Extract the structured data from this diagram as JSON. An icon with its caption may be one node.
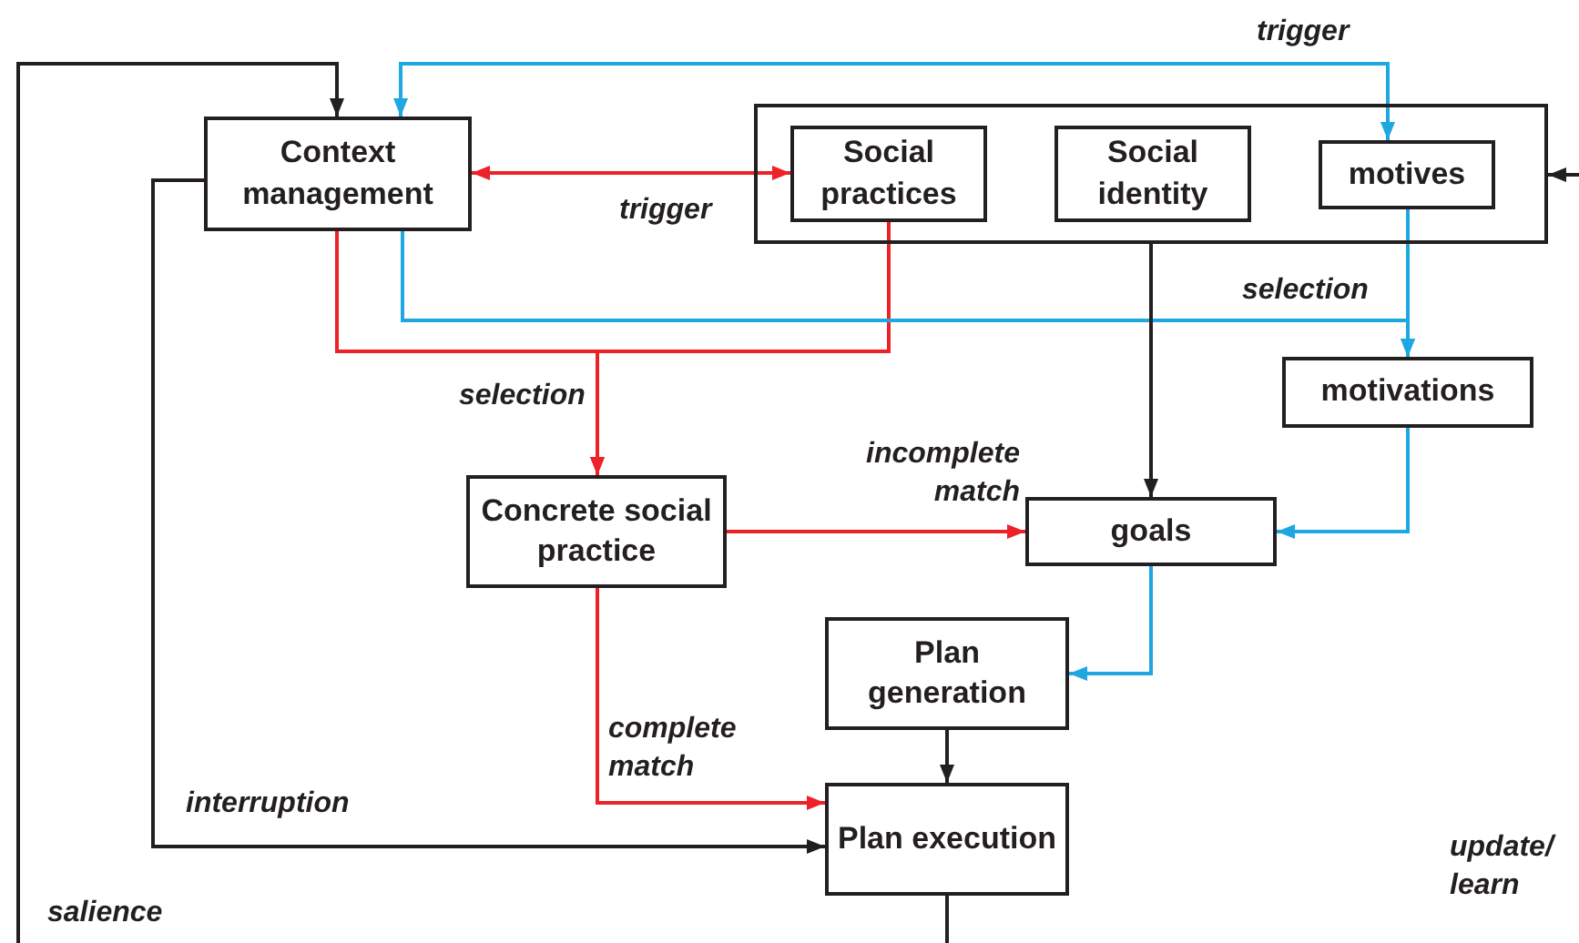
{
  "diagram": {
    "nodes": [
      {
        "text": [
          "Context management"
        ]
      },
      {
        "text": [],
        "shape": "box"
      },
      {
        "text": [
          "Social practices"
        ],
        "in": 1
      },
      {
        "text": [
          "Social identity"
        ],
        "in": 1
      },
      {
        "text": [
          "motives"
        ],
        "in": 1
      },
      {
        "text": [
          "motivations"
        ]
      },
      {
        "text": [
          "Concrete social practice"
        ]
      },
      {
        "text": [
          "goals"
        ]
      },
      {
        "text": [
          "Plan generation"
        ]
      },
      {
        "text": [
          "Plan execution"
        ]
      }
    ],
    "edges": [
      {
        "from": null,
        "to": 0,
        "arrow": "to",
        "label": "salience"
      },
      {
        "from": 0,
        "to": 4,
        "arrow": "both",
        "label": "trigger",
        "color": "#1ea7e1"
      },
      {
        "from": 0,
        "to": 2,
        "arrow": "both",
        "label": "trigger",
        "color": "#ed2228"
      },
      {
        "from": 0,
        "to": 6,
        "arrow": "to",
        "label": "selection",
        "color": "#ed2228"
      },
      {
        "from": 2,
        "to": 6,
        "arrow": "to",
        "color": "#ed2228"
      },
      {
        "from": 0,
        "to": 5,
        "arrow": "to",
        "label": "selection",
        "color": "#1ea7e1"
      },
      {
        "from": 4,
        "to": 5,
        "arrow": "to",
        "color": "#1ea7e1"
      },
      {
        "from": 1,
        "to": 7,
        "arrow": "to"
      },
      {
        "from": 6,
        "to": 7,
        "arrow": "to",
        "label": "incomplete match",
        "color": "#ed2228"
      },
      {
        "from": 5,
        "to": 7,
        "arrow": "to",
        "color": "#1ea7e1"
      },
      {
        "from": 7,
        "to": 8,
        "arrow": "to",
        "color": "#1ea7e1"
      },
      {
        "from": 8,
        "to": 9,
        "arrow": "to"
      },
      {
        "from": 6,
        "to": 9,
        "arrow": "to",
        "label": "complete match",
        "color": "#ed2228"
      },
      {
        "from": 0,
        "to": 9,
        "arrow": "to",
        "label": "interruption"
      },
      {
        "from": null,
        "to": 1,
        "arrow": "to"
      },
      {
        "from": 9,
        "to": null,
        "arrow": "none"
      }
    ],
    "labels": [
      "update/ learn"
    ]
  }
}
